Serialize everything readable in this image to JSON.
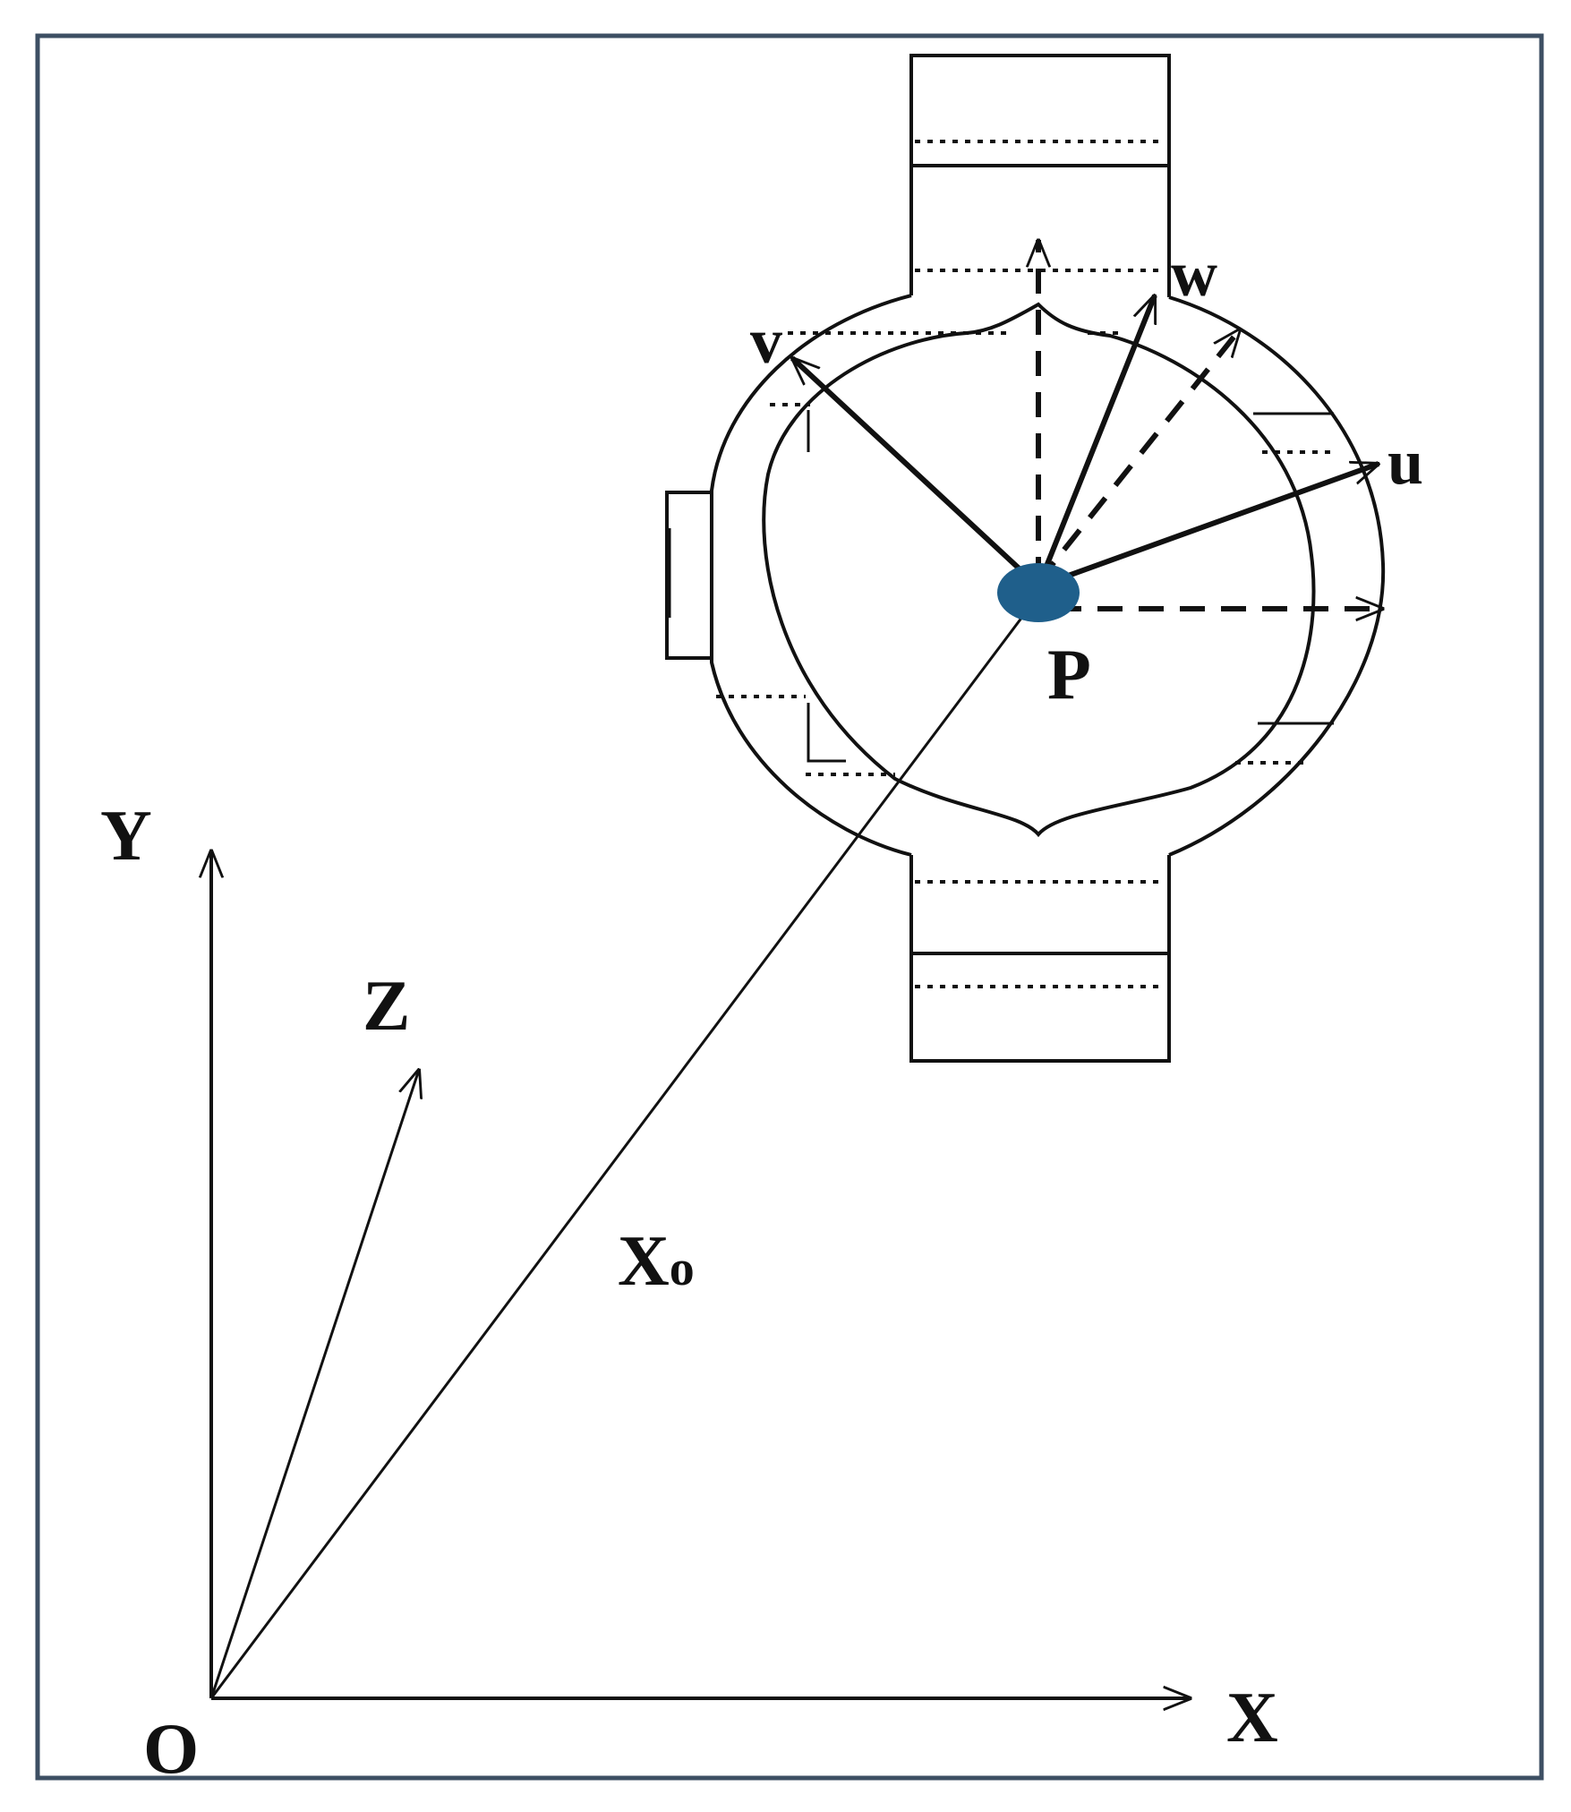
{
  "labels": {
    "origin": "O",
    "axis_x": "X",
    "axis_y": "Y",
    "axis_z": "Z",
    "position_vector": "X",
    "position_vector_sub": "o",
    "point": "P",
    "local_u": "u",
    "local_v": "v",
    "local_w": "w"
  },
  "colors": {
    "frame_border": "#3d4f63",
    "line": "#111111",
    "point_marker": "#1f5f8b"
  }
}
